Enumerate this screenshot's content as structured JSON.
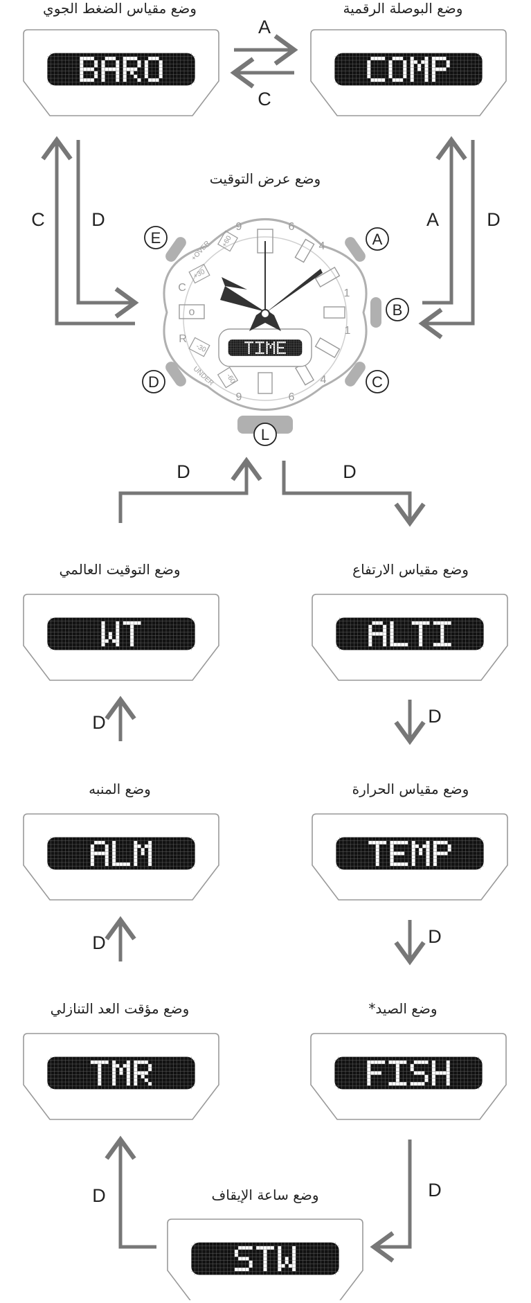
{
  "modes": {
    "baro": {
      "label": "وضع مقياس الضغط الجوي",
      "display": "BARO"
    },
    "comp": {
      "label": "وضع البوصلة الرقمية",
      "display": "COMP"
    },
    "time": {
      "label": "وضع عرض التوقيت",
      "display": "TIME"
    },
    "wt": {
      "label": "وضع التوقيت العالمي",
      "display": "WT"
    },
    "alti": {
      "label": "وضع مقياس الارتفاع",
      "display": "ALTI"
    },
    "alm": {
      "label": "وضع المنبه",
      "display": "ALM"
    },
    "temp": {
      "label": "وضع مقياس الحرارة",
      "display": "TEMP"
    },
    "tmr": {
      "label": "وضع مؤقت العد التنازلي",
      "display": "TMR"
    },
    "fish": {
      "label": "وضع الصيد*",
      "display": "FISH"
    },
    "stw": {
      "label": "وضع ساعة الإيقاف",
      "display": "STW"
    }
  },
  "arrow_labels": {
    "baro_to_comp": "A",
    "comp_to_baro": "C",
    "time_to_baro": "C",
    "baro_to_time": "D",
    "time_to_comp": "A",
    "comp_to_time": "D",
    "wt_to_time": "D",
    "time_to_alti": "D",
    "alti_to_temp": "D",
    "alm_to_wt": "D",
    "temp_to_fish": "D",
    "tmr_to_alm": "D",
    "fish_to_stw": "D",
    "stw_to_tmr": "D"
  },
  "watch": {
    "buttons": {
      "A": "A",
      "B": "B",
      "C": "C",
      "D": "D",
      "E": "E",
      "L": "L"
    },
    "dial_text": {
      "over": "+OVER",
      "under": "UNDER",
      "p60": "+60",
      "p30": "+30",
      "m30": "-30",
      "m60": "-60",
      "c": "C",
      "r": "R",
      "o": "o",
      "n9a": "9",
      "n6a": "6",
      "n4a": "4",
      "n1a": "1",
      "n1b": "1",
      "n9b": "9",
      "n6b": "6",
      "n4b": "4"
    }
  },
  "colors": {
    "arrow": "#777777",
    "frame": "#999999",
    "lcd": "#111111",
    "lcd_on": "#ffffff",
    "watch_button": "#b0b0b0"
  }
}
